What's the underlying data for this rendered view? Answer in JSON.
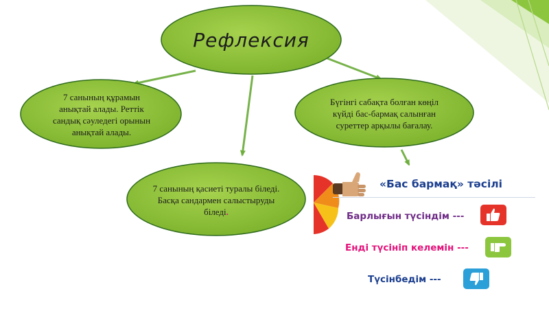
{
  "title": "Рефлексия",
  "nodes": {
    "left": "7 санының құрамын анықтай алады. Реттік сандық сәуледегі орынын анықтай алады.",
    "right": "Бүгінгі сабақта болған көңіл күйді бас-бармақ салынған суреттер арқылы бағалау.",
    "bottom": "7 санының қасиеті туралы біледі. Басқа сандармен салыстыруды біледі",
    "bottom_end_mark": "."
  },
  "panel": {
    "heading": "«Бас бармақ» тәсілі",
    "rows": [
      {
        "label": "Барлығын түсіндім ---",
        "color": "#6e2a86",
        "icon": "thumbs-up-icon",
        "icon_bg": "#e5332a"
      },
      {
        "label": "Енді түсініп келемін ---",
        "color": "#e4137b",
        "icon": "thumb-sideways-icon",
        "icon_bg": "#8cc63f"
      },
      {
        "label": "Түсінбедім ---",
        "color": "#1b3e8f",
        "icon": "thumbs-down-icon",
        "icon_bg": "#2a9fd8"
      }
    ]
  },
  "colors": {
    "bubble_fill": "#8fc33a",
    "bubble_stroke": "#2f6b1d",
    "arrow": "#77b24a",
    "accent": "#8cc63f",
    "dot_accent": "#e4137b"
  }
}
